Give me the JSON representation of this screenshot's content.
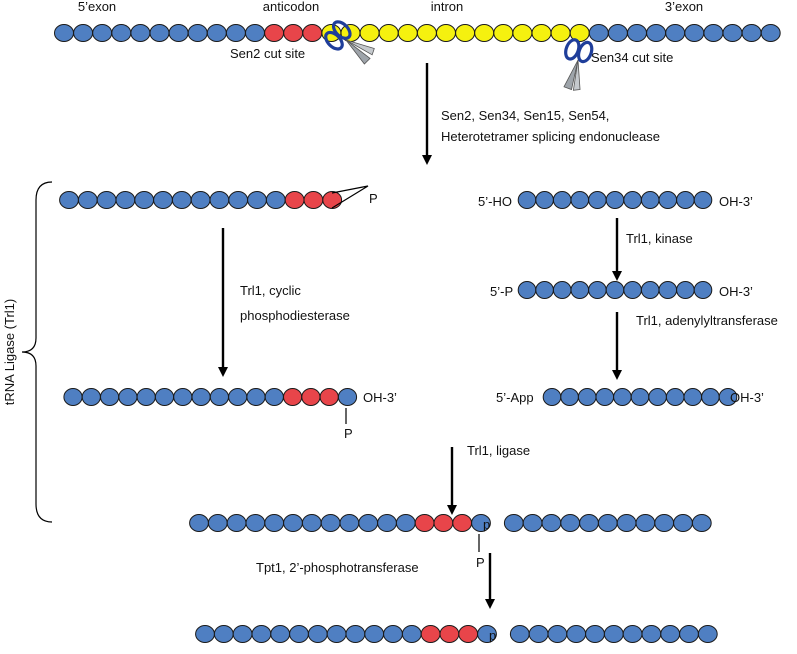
{
  "colors": {
    "exon": "#4f7fc2",
    "anticodon": "#e8454a",
    "intron": "#f5f10f",
    "outline": "#1a1a1a"
  },
  "labels": {
    "exon5": "5’exon",
    "anticodon": "anticodon",
    "intron": "intron",
    "exon3": "3’exon",
    "sen2_cut": "Sen2 cut site",
    "sen34_cut": "Sen34 cut site",
    "endonuclease_1": "Sen2, Sen34, Sen15, Sen54,",
    "endonuclease_2": "Heterotetramer splicing endonuclease",
    "bracket": "tRNA Ligase (Trl1)",
    "cyclic_p": "P",
    "ho5": "5’-HO",
    "oh3_a": "OH-3’",
    "kinase": "Trl1, kinase",
    "p5": "5’-P",
    "oh3_b": "OH-3’",
    "cpd_1": "Trl1, cyclic",
    "cpd_2": "phosphodiesterase",
    "adenylyl": "Trl1, adenylyltransferase",
    "oh3_c": "OH-3’",
    "p_2prime_a": "P",
    "app5": "5’-App",
    "oh3_d": "OH-3’",
    "ligase": "Trl1, ligase",
    "p_junction_a": "p",
    "p_2prime_b": "P",
    "phosphotransferase": "Tpt1, 2’-phosphotransferase",
    "p_junction_b": "p"
  },
  "icons": {
    "scissors_left": "scissors-icon",
    "scissors_right": "scissors-icon"
  },
  "strands": {
    "pre_trna": [
      "E",
      "E",
      "E",
      "E",
      "E",
      "E",
      "E",
      "E",
      "E",
      "E",
      "E",
      "A",
      "A",
      "A",
      "I",
      "I",
      "I",
      "I",
      "I",
      "I",
      "I",
      "I",
      "I",
      "I",
      "I",
      "I",
      "I",
      "I",
      "E",
      "E",
      "E",
      "E",
      "E",
      "E",
      "E",
      "E",
      "E",
      "E"
    ],
    "five_half_cyclic": [
      "E",
      "E",
      "E",
      "E",
      "E",
      "E",
      "E",
      "E",
      "E",
      "E",
      "E",
      "E",
      "A",
      "A",
      "A"
    ],
    "three_half_ho": [
      "E",
      "E",
      "E",
      "E",
      "E",
      "E",
      "E",
      "E",
      "E",
      "E",
      "E"
    ],
    "three_half_p": [
      "E",
      "E",
      "E",
      "E",
      "E",
      "E",
      "E",
      "E",
      "E",
      "E",
      "E"
    ],
    "five_half_2p": [
      "E",
      "E",
      "E",
      "E",
      "E",
      "E",
      "E",
      "E",
      "E",
      "E",
      "E",
      "E",
      "A",
      "A",
      "A",
      "E"
    ],
    "three_half_app": [
      "E",
      "E",
      "E",
      "E",
      "E",
      "E",
      "E",
      "E",
      "E",
      "E",
      "E"
    ],
    "ligated_2p": [
      "E",
      "E",
      "E",
      "E",
      "E",
      "E",
      "E",
      "E",
      "E",
      "E",
      "E",
      "E",
      "A",
      "A",
      "A",
      "E",
      "E",
      "E",
      "E",
      "E",
      "E",
      "E",
      "E",
      "E",
      "E",
      "E",
      "E"
    ],
    "mature_trna": [
      "E",
      "E",
      "E",
      "E",
      "E",
      "E",
      "E",
      "E",
      "E",
      "E",
      "E",
      "E",
      "A",
      "A",
      "A",
      "E",
      "E",
      "E",
      "E",
      "E",
      "E",
      "E",
      "E",
      "E",
      "E",
      "E",
      "E"
    ]
  }
}
